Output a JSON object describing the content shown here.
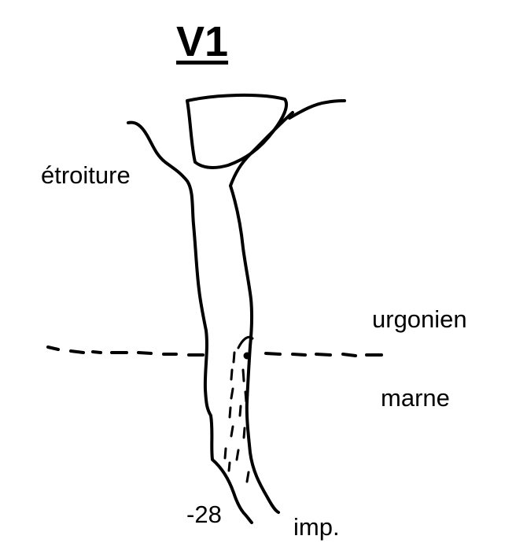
{
  "diagram": {
    "title": "V1",
    "labels": {
      "constriction": "étroiture",
      "upper_layer": "urgonien",
      "lower_layer": "marne",
      "depth": "-28",
      "end": "imp."
    },
    "colors": {
      "ink": "#000000",
      "background": "#ffffff"
    }
  }
}
